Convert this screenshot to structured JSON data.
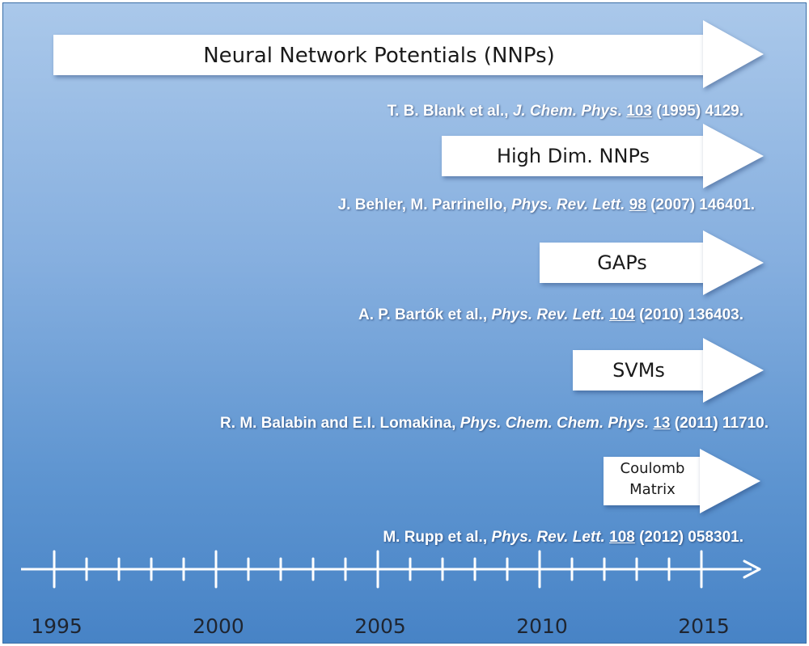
{
  "arrows": [
    {
      "label": "Neural Network Potentials (NNPs)"
    },
    {
      "label": "High Dim. NNPs"
    },
    {
      "label": "GAPs"
    },
    {
      "label": "SVMs"
    },
    {
      "label_line1": "Coulomb",
      "label_line2": "Matrix"
    }
  ],
  "references": [
    {
      "authors": "T. B. Blank et al., ",
      "journal": "J. Chem. Phys.",
      "volume": "103",
      "rest": "(1995) 4129."
    },
    {
      "authors": "J. Behler, M. Parrinello, ",
      "journal": "Phys. Rev. Lett.",
      "volume": "98",
      "rest": "(2007) 146401."
    },
    {
      "authors": "A. P. Bartók et al., ",
      "journal": "Phys. Rev. Lett.",
      "volume": "104",
      "rest": "(2010) 136403."
    },
    {
      "authors": "R. M. Balabin and E.I. Lomakina, ",
      "journal": "Phys. Chem. Chem. Phys.",
      "volume": "13",
      "rest": "(2011) 11710."
    },
    {
      "authors": "M. Rupp et al., ",
      "journal": "Phys. Rev. Lett.",
      "volume": "108",
      "rest": "(2012) 058301."
    }
  ],
  "timeline": {
    "labels": [
      "1995",
      "2000",
      "2005",
      "2010",
      "2015"
    ]
  },
  "colors": {
    "background_top": "#aac8ea",
    "background_bottom": "#4783c6",
    "arrow_fill": "#ffffff",
    "reference_text": "#ffffff"
  }
}
